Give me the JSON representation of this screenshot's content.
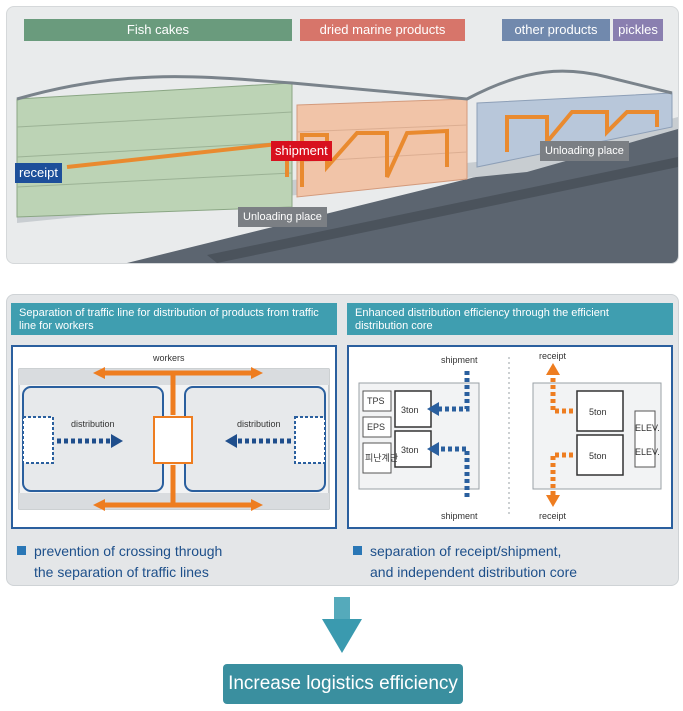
{
  "top": {
    "categories": [
      "Fish cakes",
      "dried marine products",
      "other products",
      "pickles"
    ],
    "receipt": "receipt",
    "shipment": "shipment",
    "unloading_left": "Unloading place",
    "unloading_right": "Unloading place"
  },
  "left_panel": {
    "header": "Separation of traffic line for distribution of products from traffic line for workers",
    "workers": "workers",
    "distribution_left": "distribution",
    "distribution_right": "distribution",
    "bullet_line1": "prevention of crossing through",
    "bullet_line2": "the separation of traffic lines"
  },
  "right_panel": {
    "header": "Enhanced distribution efficiency through the efficient distribution core",
    "shipment_top": "shipment",
    "shipment_bottom": "shipment",
    "receipt_top": "receipt",
    "receipt_bottom": "receipt",
    "tps": "TPS",
    "eps": "EPS",
    "stair": "피난계단",
    "ton_1": "3ton",
    "ton_2": "3ton",
    "ton_3": "5ton",
    "ton_4": "5ton",
    "elev_1": "ELEV.",
    "elev_2": "ELEV.",
    "bullet_line1": "separation of receipt/shipment,",
    "bullet_line2": "and independent distribution core"
  },
  "result": "Increase logistics efficiency",
  "colors": {
    "fish": "#6a9b7d",
    "dried": "#d7756a",
    "other": "#7189ad",
    "pickles": "#8a7fb0",
    "receipt": "#1d4f9a",
    "shipment": "#d8101e",
    "flow": "#ee7d20",
    "dist": "#1f4e8c",
    "teal": "#3a8f9f"
  }
}
